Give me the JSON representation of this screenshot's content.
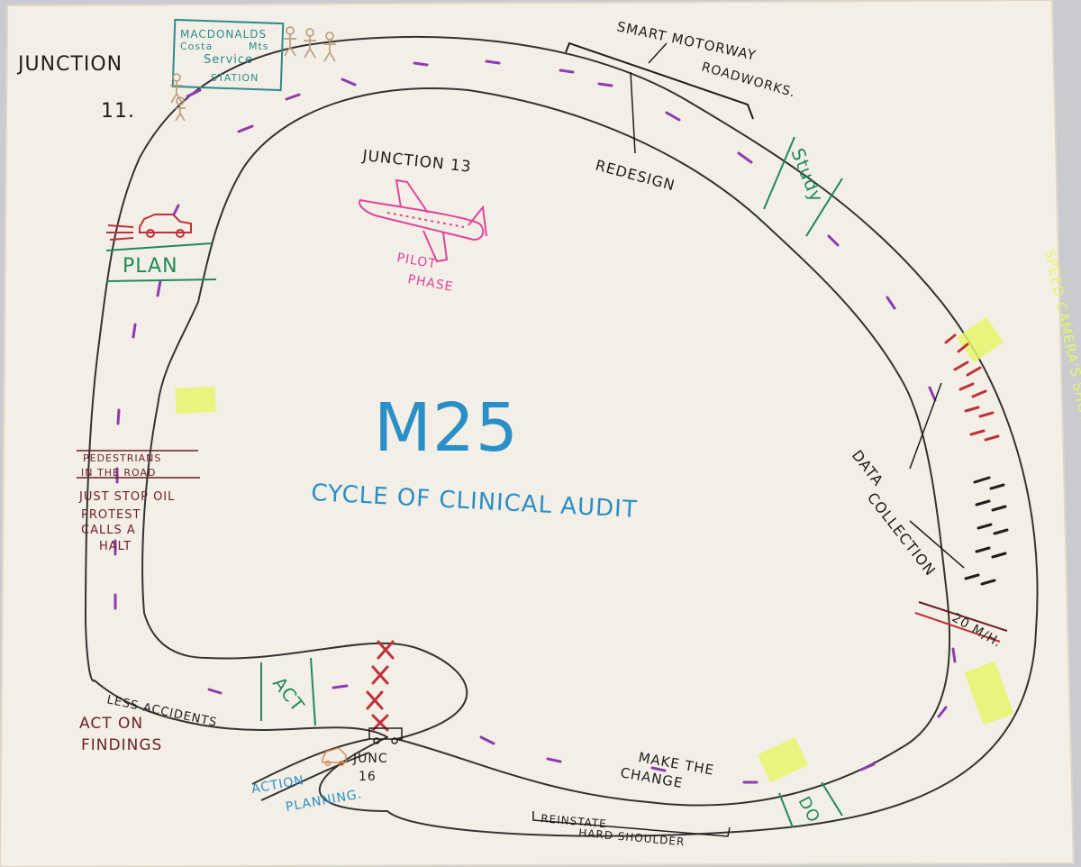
{
  "title": "M25",
  "subtitle": "CYCLE OF CLINICAL AUDIT",
  "junctions": {
    "j11_line1": "JUNCTION",
    "j11_line2": "11.",
    "j13": "JUNCTION 13",
    "j16_line1": "JUNC",
    "j16_line2": "16"
  },
  "service_station": {
    "line1": "MACDONALDS",
    "line2a": "Costa",
    "line2b": "Mts",
    "line3": "Service",
    "line4": "STATION"
  },
  "stages": {
    "plan": "PLAN",
    "study": "Study",
    "act": "ACT",
    "do": "DO"
  },
  "labels": {
    "smart_1": "SMART MOTORWAY",
    "smart_2": "ROADWORKS.",
    "redesign": "REDESIGN",
    "pilot_1": "PILOT",
    "pilot_2": "PHASE",
    "data_1": "DATA",
    "data_2": "COLLECTION",
    "speed": "20 M/H.",
    "make_1": "MAKE THE",
    "make_2": "CHANGE",
    "reinstate_1": "REINSTATE",
    "reinstate_2": "HARD SHOULDER",
    "less": "LESS ACCIDENTS",
    "act_on_1": "ACT ON",
    "act_on_2": "FINDINGS",
    "action_1": "ACTION",
    "action_2": "PLANNING.",
    "speed_cameras": "SPEED CAMERA'S SHOWING THE COURSE"
  },
  "pedestrians": [
    "PEDESTRIANS",
    "IN THE ROAD",
    "JUST STOP OIL",
    "PROTEST",
    "CALLS A",
    "HALT"
  ],
  "colors": {
    "paper": "#f3efe6",
    "wall": "#c9cbcf",
    "road": "#333333",
    "lane_marks": "#8d3bb0",
    "black_label": "#1e1e1e",
    "green": "#1f8a5a",
    "blue": "#2a8fc6",
    "maroon": "#6b1f26",
    "red": "#c0303a",
    "pink": "#e0449b",
    "orange": "#d88a5a",
    "yellow": "#e8f56a",
    "teal": "#2a8c8c",
    "tan": "#b79a7a"
  }
}
